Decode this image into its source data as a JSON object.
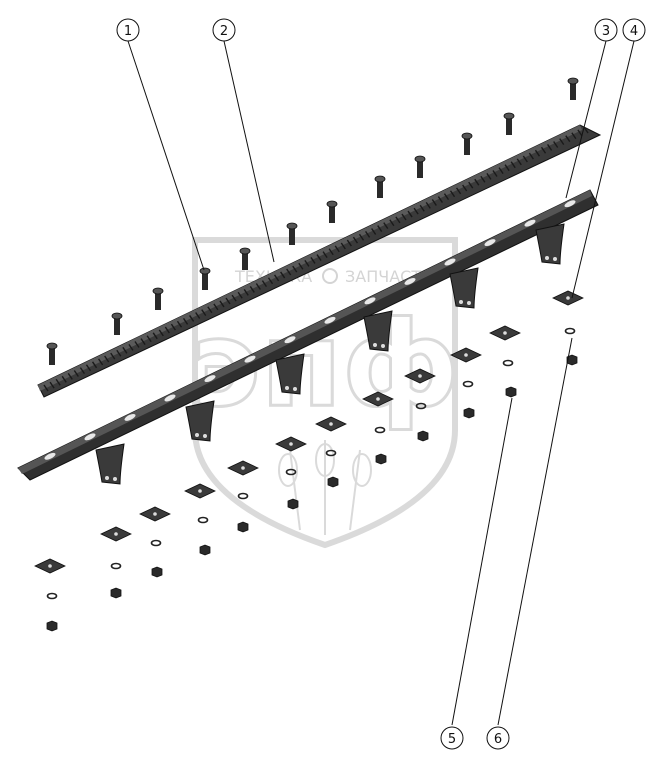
{
  "callouts": [
    {
      "label": "1"
    },
    {
      "label": "2"
    },
    {
      "label": "3"
    },
    {
      "label": "4"
    },
    {
      "label": "5"
    },
    {
      "label": "6"
    }
  ],
  "watermark": {
    "line1_left": "ТЕХНИКА",
    "line1_right": "ЗАПЧАСТИ",
    "logo": "эпф"
  },
  "colors": {
    "line": "#111111",
    "part_dark": "#2b2b2b",
    "part_mid": "#4a4a4a",
    "part_light": "#6a6a6a",
    "watermark": "#d6d6d6"
  }
}
